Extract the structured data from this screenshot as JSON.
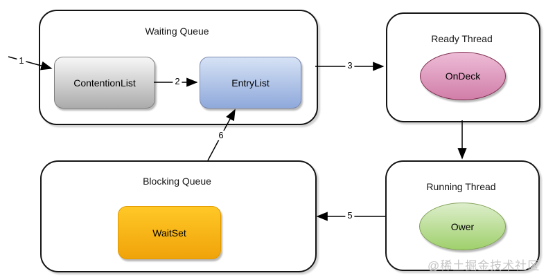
{
  "diagram": {
    "containers": [
      {
        "id": "waiting-queue",
        "title": "Waiting Queue"
      },
      {
        "id": "ready-thread",
        "title": "Ready Thread"
      },
      {
        "id": "blocking-queue",
        "title": "Blocking Queue"
      },
      {
        "id": "running-thread",
        "title": "Running Thread"
      }
    ],
    "nodes": [
      {
        "id": "contention-list",
        "label": "ContentionList",
        "shape": "rounded-rect",
        "container": "waiting-queue",
        "fill_top": "#F7F7F7",
        "fill_bottom": "#ABABAB",
        "stroke": "#7F7F7F"
      },
      {
        "id": "entry-list",
        "label": "EntryList",
        "shape": "rounded-rect",
        "container": "waiting-queue",
        "fill_top": "#D6E2F5",
        "fill_bottom": "#8FA9DB",
        "stroke": "#7B87AD"
      },
      {
        "id": "on-deck",
        "label": "OnDeck",
        "shape": "ellipse",
        "container": "ready-thread",
        "fill_top": "#EDBCD6",
        "fill_bottom": "#D17EA9",
        "stroke": "#7E2D4E"
      },
      {
        "id": "wait-set",
        "label": "WaitSet",
        "shape": "rounded-rect",
        "container": "blocking-queue",
        "fill_top": "#FFC826",
        "fill_bottom": "#F0A30A",
        "stroke": "#E09900"
      },
      {
        "id": "ower",
        "label": "Ower",
        "shape": "ellipse",
        "container": "running-thread",
        "fill_top": "#DDEECB",
        "fill_bottom": "#9FD06C",
        "stroke": "#7F9F55"
      }
    ],
    "edges": [
      {
        "label": "1",
        "from": "outside",
        "to": "contention-list"
      },
      {
        "label": "2",
        "from": "contention-list",
        "to": "entry-list"
      },
      {
        "label": "3",
        "from": "waiting-queue",
        "to": "ready-thread"
      },
      {
        "label": "",
        "from": "ready-thread",
        "to": "running-thread"
      },
      {
        "label": "5",
        "from": "running-thread",
        "to": "blocking-queue"
      },
      {
        "label": "6",
        "from": "blocking-queue",
        "to": "entry-list"
      }
    ],
    "watermark": "@稀土掘金技术社区",
    "colors": {
      "arrow": "#000000",
      "container_border": "#141414",
      "background": "#ffffff",
      "watermark_gray": "#c6c6c6"
    }
  }
}
